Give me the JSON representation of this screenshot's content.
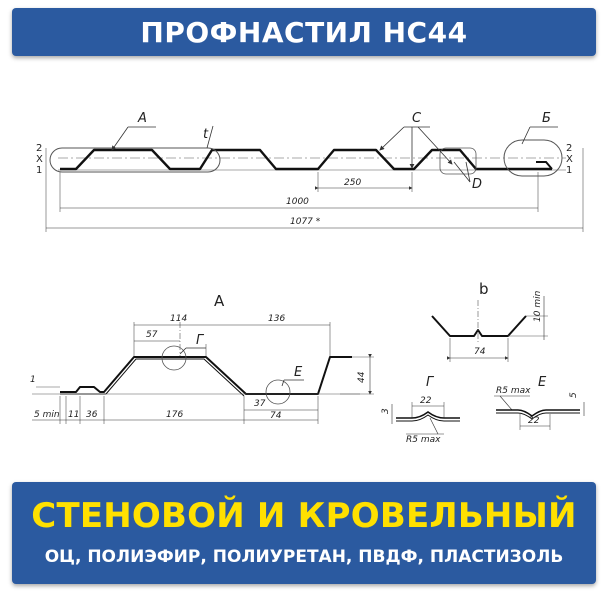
{
  "header": {
    "title": "ПРОФНАСТИЛ НС44"
  },
  "footer": {
    "headline": "СТЕНОВОЙ И КРОВЕЛЬНЫЙ",
    "coatings": "ОЦ, ПОЛИЭФИР, ПОЛИУРЕТАН, ПВДФ, ПЛАСТИЗОЛЬ"
  },
  "drawing": {
    "overview": {
      "label_a": "А",
      "label_b": "Б",
      "label_c": "С",
      "label_d": "D",
      "label_t": "t",
      "left_marks": [
        "2",
        "X",
        "1"
      ],
      "right_marks": [
        "2",
        "X",
        "1"
      ],
      "dim_250": "250",
      "dim_1000": "1000",
      "dim_1077": "1077 *"
    },
    "detail_a": {
      "title": "А",
      "label_g": "Г",
      "label_e": "Е",
      "dim_114": "114",
      "dim_136": "136",
      "dim_57": "57",
      "dim_44": "44",
      "dim_1": "1",
      "dim_37": "37",
      "dim_74": "74",
      "dim_5min": "5 min",
      "dim_11": "11",
      "dim_36": "36",
      "dim_176": "176"
    },
    "detail_b": {
      "title": "b",
      "dim_10min": "10 min",
      "dim_74": "74"
    },
    "detail_g": {
      "title": "Г",
      "dim_22": "22",
      "dim_3": "3",
      "radius": "R5 max"
    },
    "detail_e": {
      "title": "Е",
      "dim_22": "22",
      "dim_5": "5",
      "radius": "R5 max"
    }
  },
  "colors": {
    "banner": "#2b5aa0",
    "headline": "#ffe000",
    "text": "#ffffff"
  }
}
